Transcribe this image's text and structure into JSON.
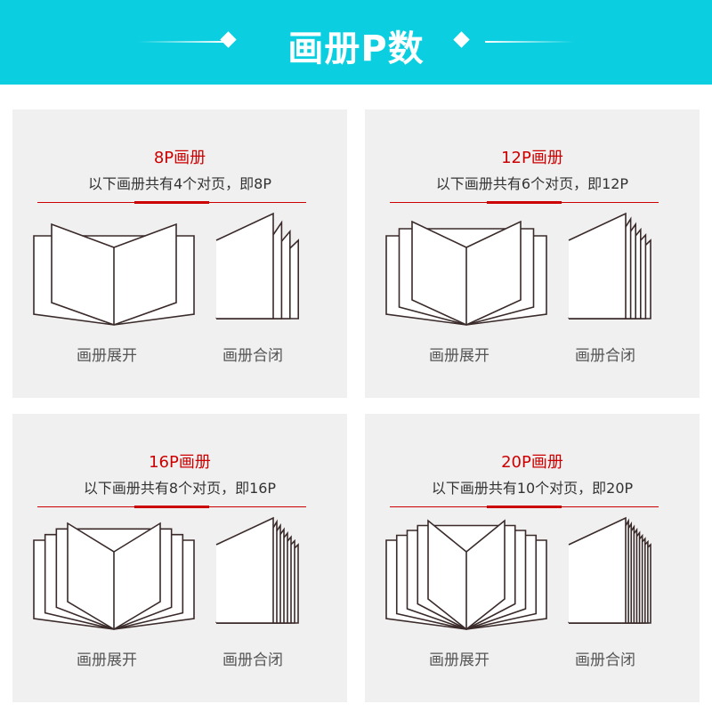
{
  "header": {
    "title": "画册P数",
    "accent": "#0bcfe0"
  },
  "panels": [
    {
      "title": "8P画册",
      "desc": "以下画册共有4个对页，即8P",
      "open_label": "画册展开",
      "closed_label": "画册合闭",
      "spreads": 4
    },
    {
      "title": "12P画册",
      "desc": "以下画册共有6个对页，即12P",
      "open_label": "画册展开",
      "closed_label": "画册合闭",
      "spreads": 6
    },
    {
      "title": "16P画册",
      "desc": "以下画册共有8个对页，即16P",
      "open_label": "画册展开",
      "closed_label": "画册合闭",
      "spreads": 8
    },
    {
      "title": "20P画册",
      "desc": "以下画册共有10个对页，即20P",
      "open_label": "画册展开",
      "closed_label": "画册合闭",
      "spreads": 10
    }
  ]
}
